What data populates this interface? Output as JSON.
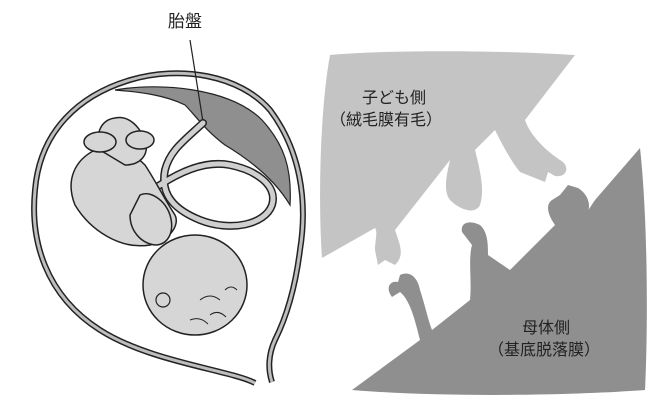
{
  "left_panel": {
    "placenta_label": "胎盤"
  },
  "right_panel": {
    "child_side": {
      "title": "子ども側",
      "subtitle": "（絨毛膜有毛）"
    },
    "mother_side": {
      "title": "母体側",
      "subtitle": "（基底脱落膜）"
    }
  },
  "colors": {
    "light_gray": "#c4c4c4",
    "dark_gray": "#8f8f8f",
    "fetus_fill": "#d6d6d6",
    "outline": "#222222"
  }
}
